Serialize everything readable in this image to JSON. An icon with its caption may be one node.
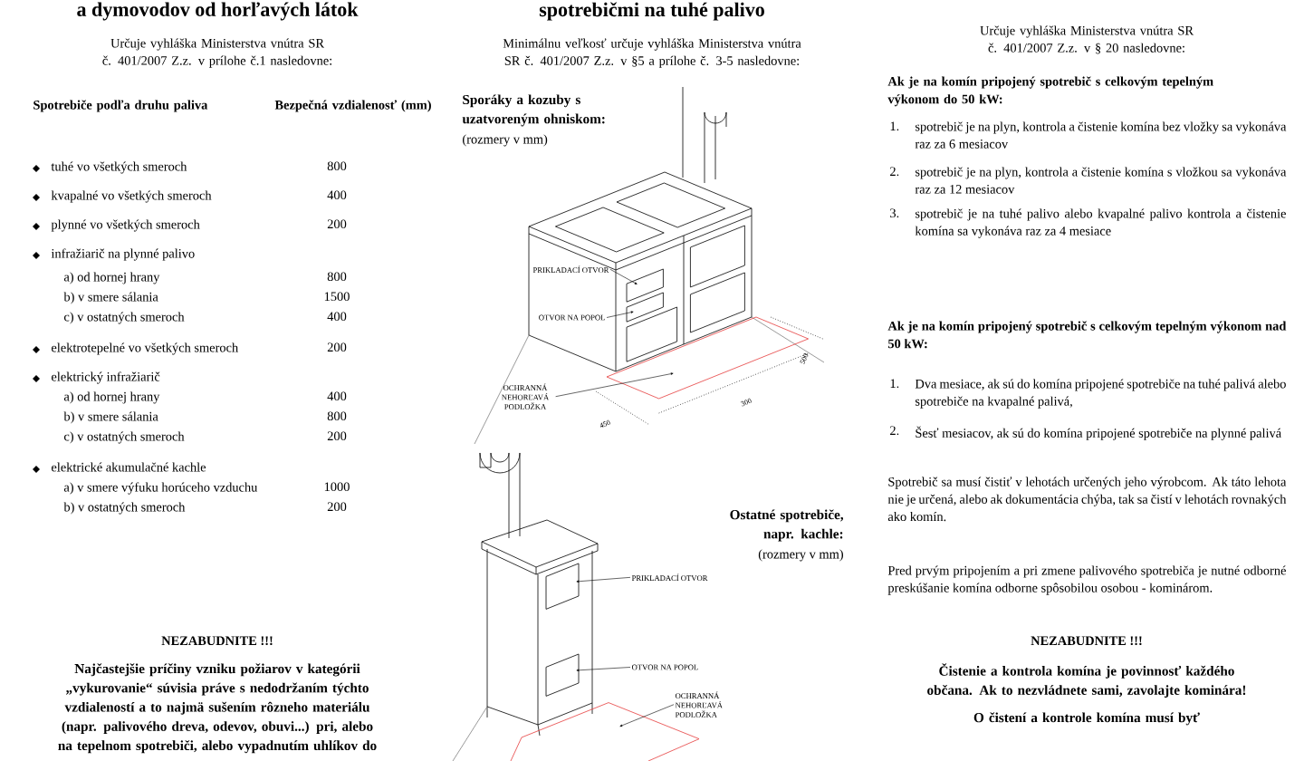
{
  "diagram": {
    "nodes": [
      {
        "text": [
          "PRIKLADACÍ OTVOR"
        ]
      },
      {
        "text": [
          "OTVOR NA POPOL"
        ]
      },
      {
        "text": [
          "OCHRANNÁ NEHORĽAVÁ PODLOŽKA"
        ]
      },
      {
        "text": [
          "PRIKLADACÍ OTVOR"
        ]
      },
      {
        "text": [
          "OTVOR NA POPOL"
        ]
      },
      {
        "text": [
          "OCHRANNÁ NEHORĽAVÁ PODLOŽKA"
        ]
      }
    ],
    "edges": [
      {
        "from": 0,
        "to": null,
        "arrow": "to"
      },
      {
        "from": 1,
        "to": null,
        "arrow": "to"
      },
      {
        "from": 2,
        "to": null,
        "arrow": "to"
      },
      {
        "from": 3,
        "to": null,
        "arrow": "to"
      },
      {
        "from": 4,
        "to": null,
        "arrow": "to"
      },
      {
        "from": 5,
        "to": null,
        "arrow": "to"
      }
    ],
    "labels": [
      "a dymovodov od horľavých látok",
      "Určuje vyhláška Ministerstva vnútra SR č. 401/2007 Z.z. v prílohe č.1 nasledovne:",
      "Spotrebiče podľa druhu paliva",
      "Bezpečná vzdialenosť (mm)",
      "tuhé vo všetkých smeroch",
      "800",
      "kvapalné vo všetkých smeroch",
      "400",
      "plynné vo všetkých smeroch",
      "200",
      "infražiarič na plynné palivo",
      "a) od hornej hrany",
      "800",
      "b) v smere sálania",
      "1500",
      "c) v ostatných smeroch",
      "400",
      "elektrotepelné vo všetkých smeroch",
      "200",
      "elektrický infražiarič",
      "a) od hornej hrany",
      "400",
      "b) v smere sálania",
      "800",
      "c) v ostatných smeroch",
      "200",
      "elektrické akumulačné kachle",
      "a) v smere výfuku horúceho vzduchu",
      "1000",
      "b) v ostatných smeroch",
      "200",
      "NEZABUDNITE !!!",
      "Najčastejšie príčiny vzniku požiarov v kategórii „vykurovanie“ súvisia práve s nedodržaním týchto vzdialeností a to najmä sušením rôzneho materiálu (napr. palivového dreva, odevov, obuvi...) pri, alebo na tepelnom spotrebiči, alebo vypadnutím uhlíkov do",
      "spotrebičmi na tuhé palivo",
      "Minimálnu veľkosť určuje vyhláška Ministerstva vnútra SR č. 401/2007 Z.z. v §5 a prílohe č. 3-5 nasledovne:",
      "Sporáky a kozuby s uzatvoreným ohniskom:",
      "(rozmery v mm)",
      "450",
      "300",
      "500",
      "Ostatné spotrebiče, napr. kachle:",
      "(rozmery v mm)",
      "Určuje vyhláška Ministerstva vnútra SR č. 401/2007 Z.z. v § 20 nasledovne:",
      "Ak je na komín pripojený spotrebič s celkovým tepelným výkonom do 50 kW:",
      "1.",
      "spotrebič je na plyn, kontrola a čistenie komína bez vložky sa vykonáva raz za 6 mesiacov",
      "2.",
      "spotrebič je na plyn, kontrola a čistenie komína s vložkou sa vykonáva raz za 12 mesiacov",
      "3.",
      "spotrebič je na tuhé palivo alebo kvapalné palivo kontrola a čistenie komína sa vykonáva raz za 4 mesiace",
      "Ak je na komín pripojený spotrebič s celkovým tepelným výkonom nad 50 kW:",
      "1.",
      "Dva mesiace, ak sú do komína pripojené spotrebiče na tuhé palivá alebo spotrebiče na kvapalné palivá,",
      "2.",
      "Šesť mesiacov, ak sú do komína pripojené spotrebiče na plynné palivá",
      "Spotrebič sa musí čistiť v lehotách určených jeho výrobcom. Ak táto lehota nie je určená, alebo ak dokumentácia chýba, tak sa čistí v lehotách rovnakých ako komín.",
      "Pred prvým pripojením a pri zmene palivového spotrebiča je nutné odborné preskúšanie komína odborne spôsobilou osobou - kominárom.",
      "NEZABUDNITE !!!",
      "Čistenie a kontrola komína je povinnosť každého občana. Ak to nezvládnete sami, zavolajte kominára!",
      "O čistení a kontrole komína musí byť"
    ]
  }
}
